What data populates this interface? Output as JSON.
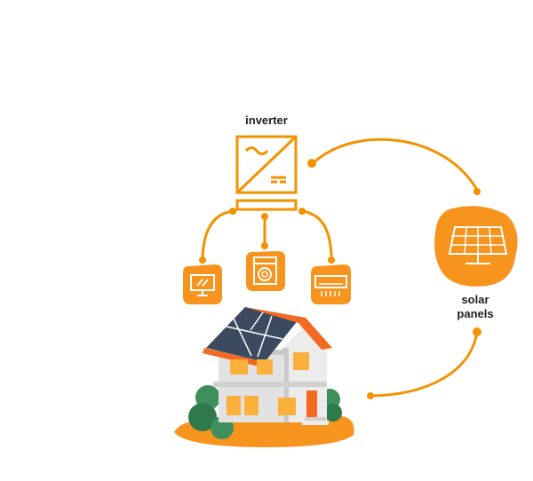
{
  "labels": {
    "inverter": "inverter",
    "solar_line1": "solar",
    "solar_line2": "panels"
  },
  "colors": {
    "accent": "#f39200",
    "accent_dark": "#e06f00",
    "icon_bg": "#f7941d",
    "house_wall": "#ececec",
    "house_shadow": "#c9c9c9",
    "roof": "#f26a21",
    "panel": "#3c4a60",
    "window": "#fbb03b",
    "bush": "#3f8f5c",
    "text": "#1e1e1e"
  },
  "icons": {
    "inverter": "inverter-icon",
    "solar_panel": "solar-panel-icon",
    "monitor": "monitor-icon",
    "washing_machine": "washing-machine-icon",
    "air_conditioner": "air-conditioner-icon",
    "house": "house-illustration"
  }
}
